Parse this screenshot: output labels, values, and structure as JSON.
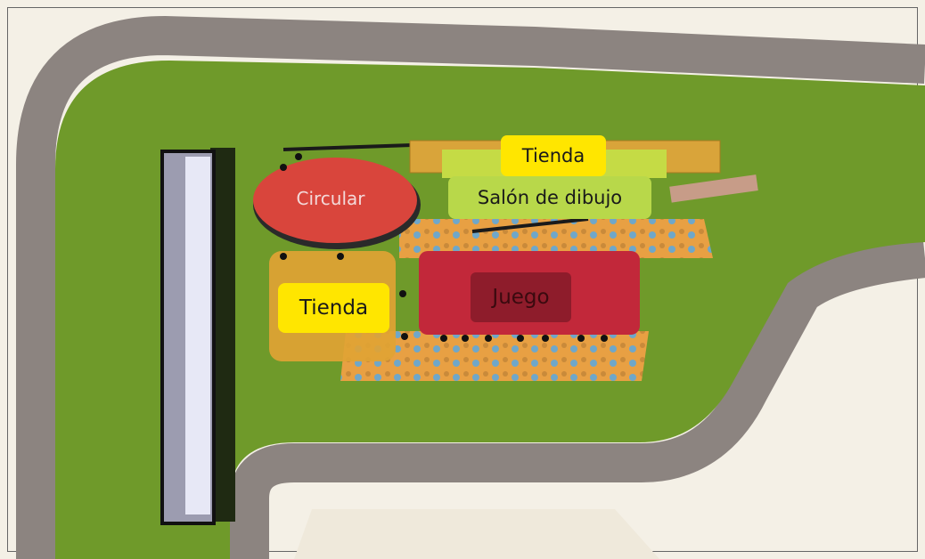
{
  "map": {
    "labels": {
      "tienda_top": "Tienda",
      "salon_dibujo": "Salón de dibujo",
      "circular": "Circular",
      "tienda_left": "Tienda",
      "juego": "Juego"
    },
    "colors": {
      "background": "#f4f0e6",
      "road": "#8c8480",
      "grass": "#6f9a2a",
      "tienda": "#ffe600",
      "salon": "#b8d84a",
      "circular": "#d9453c",
      "juego": "#c2283a",
      "juego_label": "#8e1c2b",
      "building": "#9c9cb0"
    }
  }
}
